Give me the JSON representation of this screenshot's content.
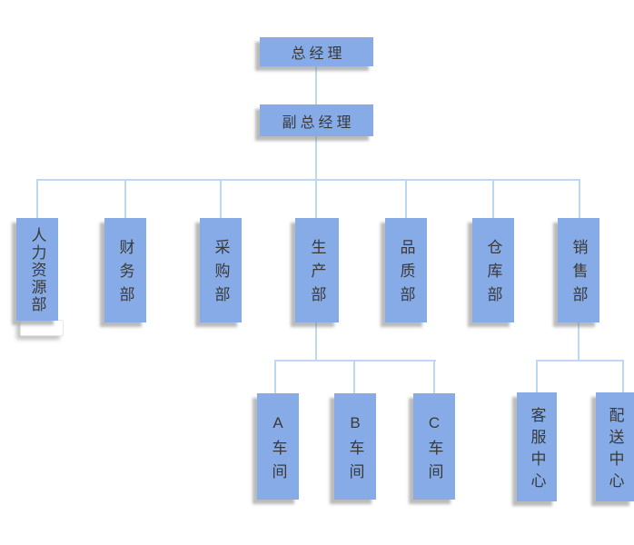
{
  "org": {
    "general_manager": "总经理",
    "deputy_general_manager": "副总经理",
    "departments": [
      "人力资源部",
      "财务部",
      "采购部",
      "生产部",
      "品质部",
      "仓库部",
      "销售部"
    ],
    "production_children": [
      "A车间",
      "B车间",
      "C车间"
    ],
    "sales_children": [
      "客服中心",
      "配送中心"
    ]
  },
  "colors": {
    "node_fill": "#86ABE6",
    "connector": "#BCD8F4",
    "text": "#3A3A3A",
    "background": "#FFFFFF"
  }
}
